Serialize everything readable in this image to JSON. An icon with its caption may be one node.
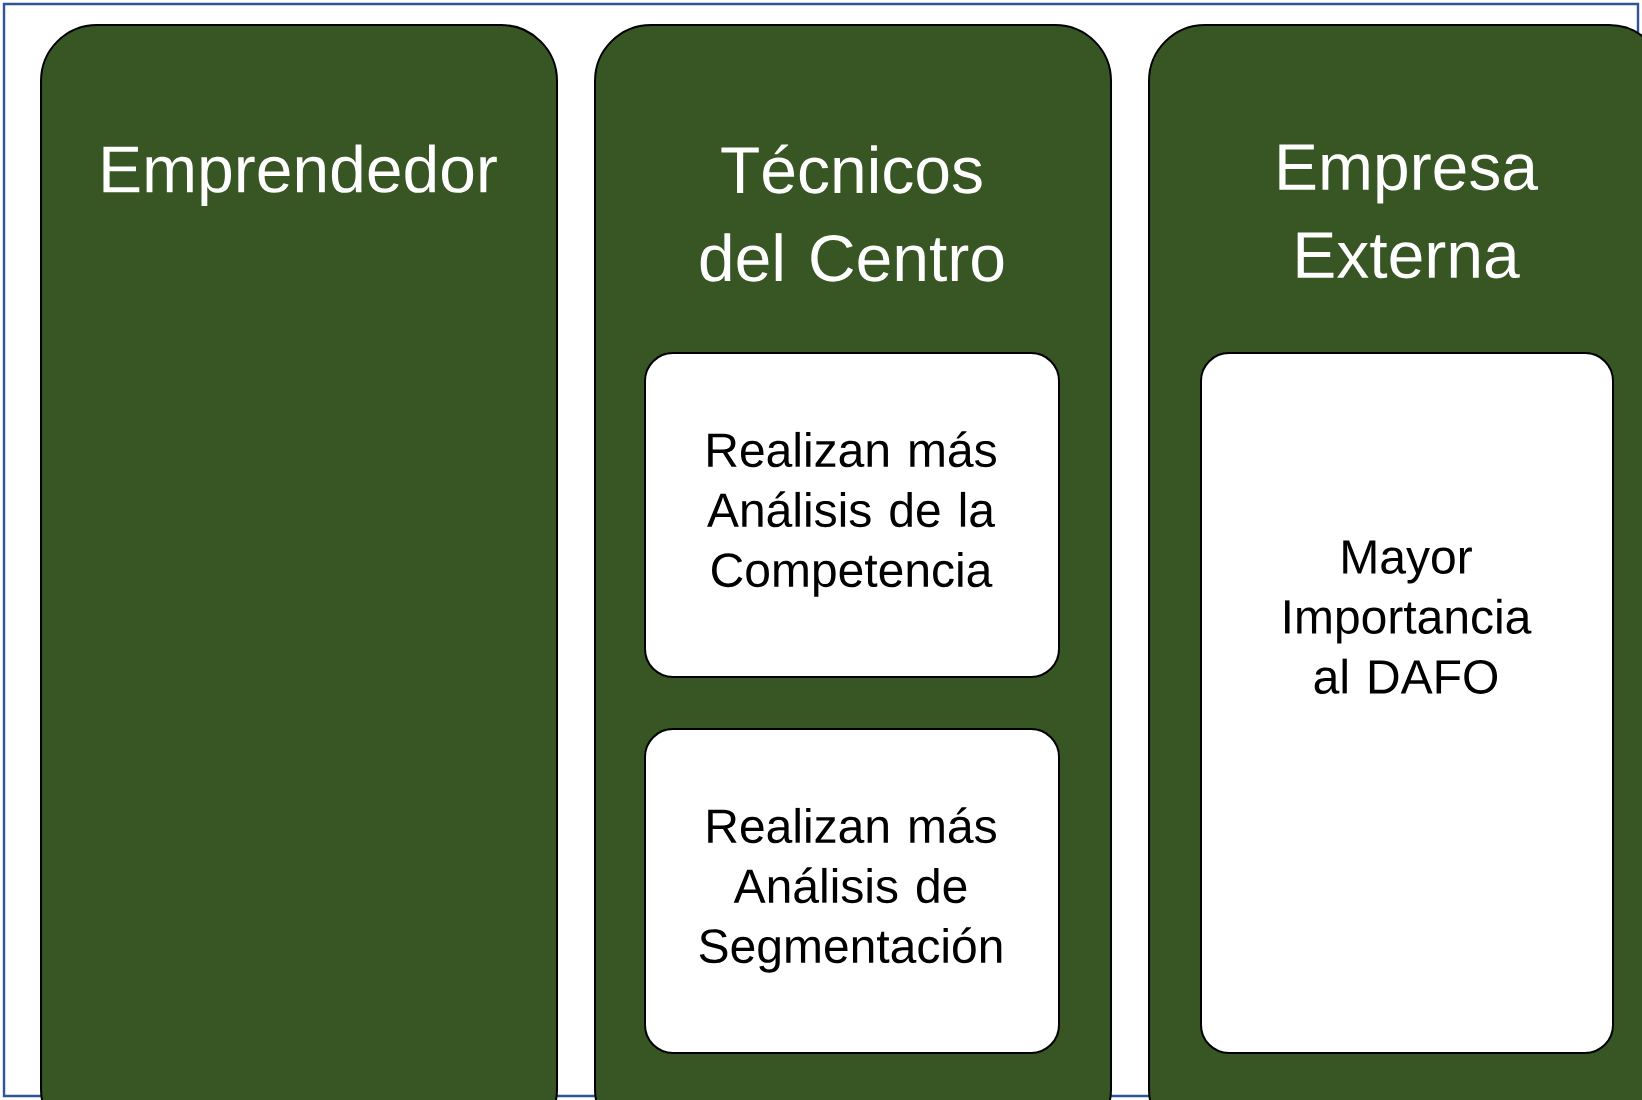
{
  "diagram": {
    "nodes": [
      {
        "text": [
          "Emprendedor"
        ]
      },
      {
        "text": [
          "Técnicos del Centro"
        ]
      },
      {
        "text": [
          "Realizan más Análisis de la Competencia"
        ],
        "in": 1
      },
      {
        "text": [
          "Realizan más Análisis de Segmentación"
        ],
        "in": 1
      },
      {
        "text": [
          "Empresa Externa"
        ]
      },
      {
        "text": [
          "Mayor Importancia al DAFO"
        ],
        "in": 4
      }
    ]
  }
}
